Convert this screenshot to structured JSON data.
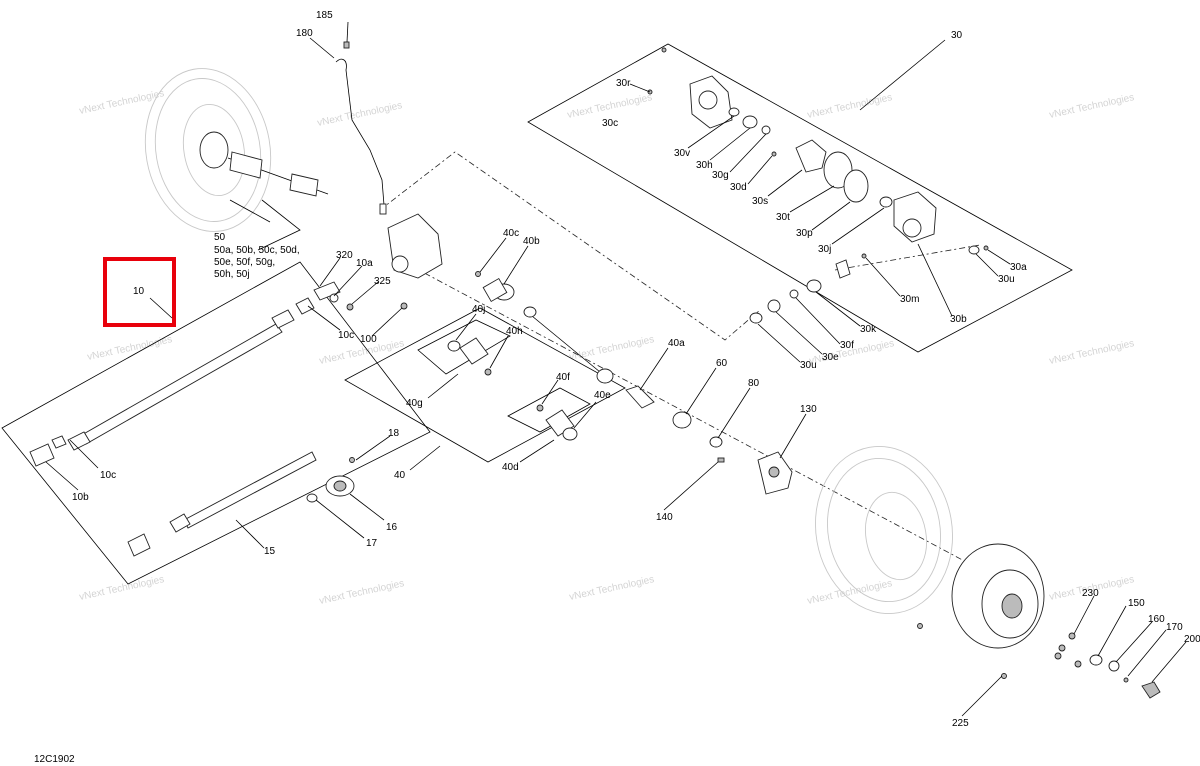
{
  "diagram_id": "12C1902",
  "highlight_color": "#e8000b",
  "highlighted_callout": "10",
  "watermark": "vNext Technologies",
  "callouts": {
    "c185": "185",
    "c180": "180",
    "c30": "30",
    "c30r": "30r",
    "c30c": "30c",
    "c30v": "30v",
    "c30h": "30h",
    "c30g": "30g",
    "c30d": "30d",
    "c30s": "30s",
    "c30t": "30t",
    "c30p": "30p",
    "c30j": "30j",
    "c30a": "30a",
    "c30u": "30u",
    "c30m": "30m",
    "c30b": "30b",
    "c30k": "30k",
    "c30f": "30f",
    "c30e": "30e",
    "c30u2": "30u",
    "c50": "50",
    "c50line1": "50a, 50b, 50c, 50d,",
    "c50line2": "50e, 50f, 50g,",
    "c50line3": "50h, 50j",
    "c320": "320",
    "c10a": "10a",
    "c325": "325",
    "c10": "10",
    "c10c": "10c",
    "c100": "100",
    "c40c": "40c",
    "c40b": "40b",
    "c40j": "40j",
    "c40h": "40h",
    "c40a": "40a",
    "c60": "60",
    "c80": "80",
    "c40g": "40g",
    "c40f": "40f",
    "c40e": "40e",
    "c130": "130",
    "c18": "18",
    "c10c2": "10c",
    "c10b": "10b",
    "c40": "40",
    "c40d": "40d",
    "c16": "16",
    "c140": "140",
    "c15": "15",
    "c17": "17",
    "c230": "230",
    "c150": "150",
    "c160": "160",
    "c170": "170",
    "c200": "200",
    "c225": "225"
  }
}
